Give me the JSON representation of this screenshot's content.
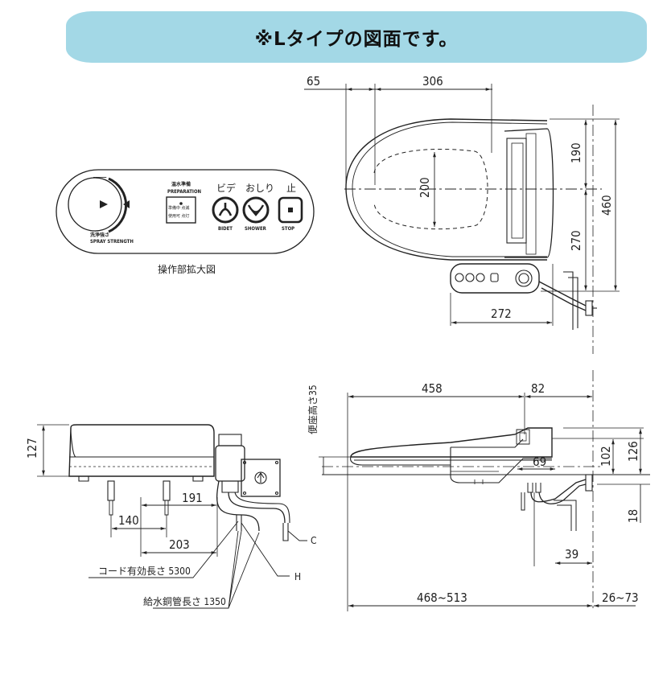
{
  "banner": {
    "title": "※Lタイプの図面です。"
  },
  "panel": {
    "caption": "操作部拡大図",
    "spray_jp": "洗浄強さ",
    "spray_en": "SPRAY STRENGTH",
    "prep_jp": "温水準備",
    "prep_en": "PREPARATION",
    "prep_line1": "準備中 点滅",
    "prep_line2": "使用可 点灯",
    "bidet_jp": "ビデ",
    "bidet_en": "BIDET",
    "shower_jp": "おしり",
    "shower_en": "SHOWER",
    "stop_jp": "止",
    "stop_en": "STOP"
  },
  "top_view": {
    "d65": "65",
    "d306": "306",
    "d200": "200",
    "d190": "190",
    "d460": "460",
    "d270": "270",
    "d272": "272"
  },
  "front_view": {
    "d127": "127",
    "d191": "191",
    "d140": "140",
    "d203": "203",
    "cord": "コード有効長さ 5300",
    "pipe": "給水銅管長さ 1350",
    "mark_h": "H",
    "mark_c": "C"
  },
  "side_view": {
    "seat_height": "便座高さ35",
    "d458": "458",
    "d82": "82",
    "d69": "69",
    "d102": "102",
    "d126": "126",
    "d18": "18",
    "d39": "39",
    "d468": "468~513",
    "d26": "26~73"
  },
  "colors": {
    "banner": "#a3d8e6",
    "line": "#222222"
  }
}
